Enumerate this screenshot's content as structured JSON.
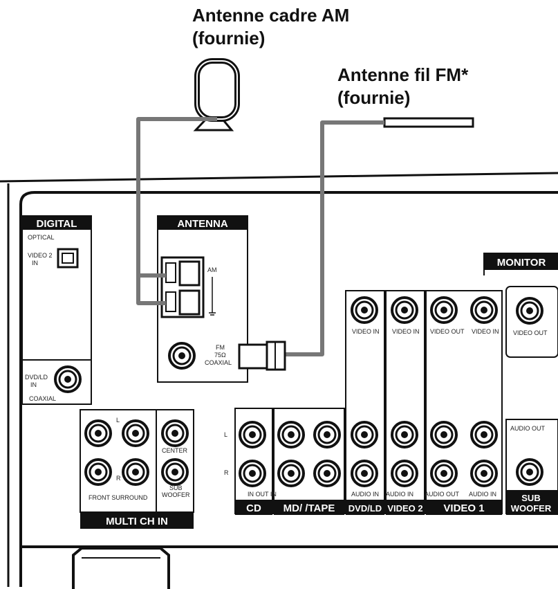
{
  "callouts": {
    "am_antenna": {
      "line1": "Antenne cadre AM",
      "line2": "(fournie)"
    },
    "fm_antenna": {
      "line1": "Antenne fil FM*",
      "line2": "(fournie)"
    }
  },
  "panel": {
    "digital": {
      "header": "DIGITAL",
      "optical": "OPTICAL",
      "video2_in_1": "VIDEO 2",
      "video2_in_2": "IN",
      "dvd_ld_in_1": "DVD/LD",
      "dvd_ld_in_2": "IN",
      "coaxial": "COAXIAL"
    },
    "antenna": {
      "header": "ANTENNA",
      "am": "AM",
      "fm_1": "FM",
      "fm_2": "75Ω",
      "fm_3": "COAXIAL"
    },
    "monitor": {
      "header": "MONITOR",
      "video_out": "VIDEO OUT"
    },
    "video_jacks": {
      "dvd_video_in": "VIDEO IN",
      "v2_video_in": "VIDEO IN",
      "v1_video_out": "VIDEO OUT",
      "v1_video_in": "VIDEO IN"
    },
    "multi_ch": {
      "label_l": "L",
      "label_r": "R",
      "center": "CENTER",
      "sub_woofer_1": "SUB",
      "sub_woofer_2": "WOOFER",
      "front_surround": "FRONT SURROUND",
      "band": "MULTI CH IN"
    },
    "audio": {
      "row_l": "L",
      "row_r": "R",
      "in_out_in": "IN OUT IN",
      "audio_in_dvd": "AUDIO IN",
      "audio_in_v2": "AUDIO IN",
      "audio_out_v1": "AUDIO OUT",
      "audio_in_v1": "AUDIO IN"
    },
    "bands": {
      "cd": "CD",
      "md_tape": "MD/   /TAPE",
      "dvd_ld": "DVD/LD",
      "video2": "VIDEO 2",
      "video1": "VIDEO 1"
    },
    "sub_woofer_out": {
      "audio_out": "AUDIO OUT",
      "band_1": "SUB",
      "band_2": "WOOFER"
    }
  }
}
